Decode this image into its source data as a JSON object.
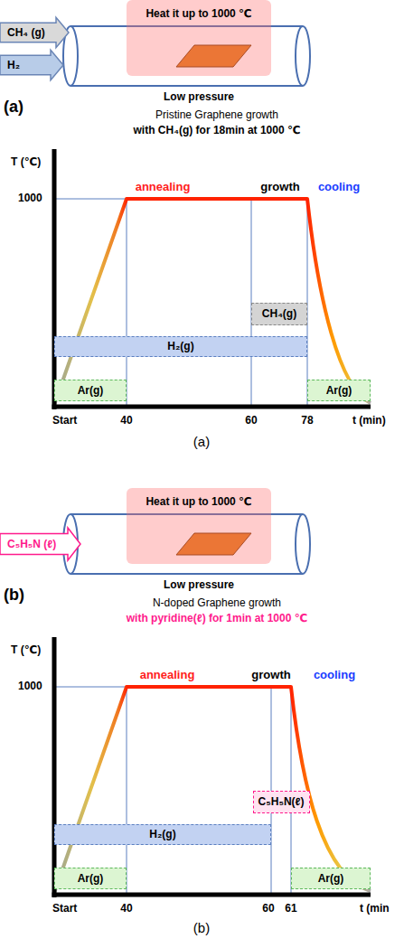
{
  "diagram": {
    "nodes": [
      {
        "text": [
          "CH₄ (g)"
        ]
      },
      {
        "text": [
          "H₂"
        ]
      },
      {
        "text": [
          "Heat it up to 1000 ℃"
        ]
      },
      {
        "text": [
          "CH₄(g)"
        ]
      },
      {
        "text": [
          "H₂(g)"
        ]
      },
      {
        "text": [
          "Ar(g)"
        ]
      },
      {
        "text": [
          "Ar(g)"
        ]
      },
      {
        "text": [
          "C₅H₅N (ℓ)"
        ]
      },
      {
        "text": [
          "Heat it up to 1000 ℃"
        ]
      },
      {
        "text": [
          "C₅H₅N(ℓ)"
        ]
      },
      {
        "text": [
          "H₂(g)"
        ]
      },
      {
        "text": [
          "Ar(g)"
        ]
      },
      {
        "text": [
          "Ar(g)"
        ]
      }
    ],
    "labels": [
      "Low pressure",
      "(a)",
      "Pristine Graphene growth",
      "with CH₄(g) for 18min at 1000 ℃",
      "T (℃)",
      "1000",
      "annealing",
      "growth",
      "cooling",
      "Start",
      "40",
      "60",
      "78",
      "t (min)",
      "(a)",
      "Low pressure",
      "(b)",
      "N-doped Graphene growth",
      "with pyridine(ℓ) for 1min at 1000 ℃",
      "T (℃)",
      "1000",
      "annealing",
      "growth",
      "cooling",
      "Start",
      "40",
      "60",
      "61",
      "t (min",
      "(b)"
    ]
  }
}
